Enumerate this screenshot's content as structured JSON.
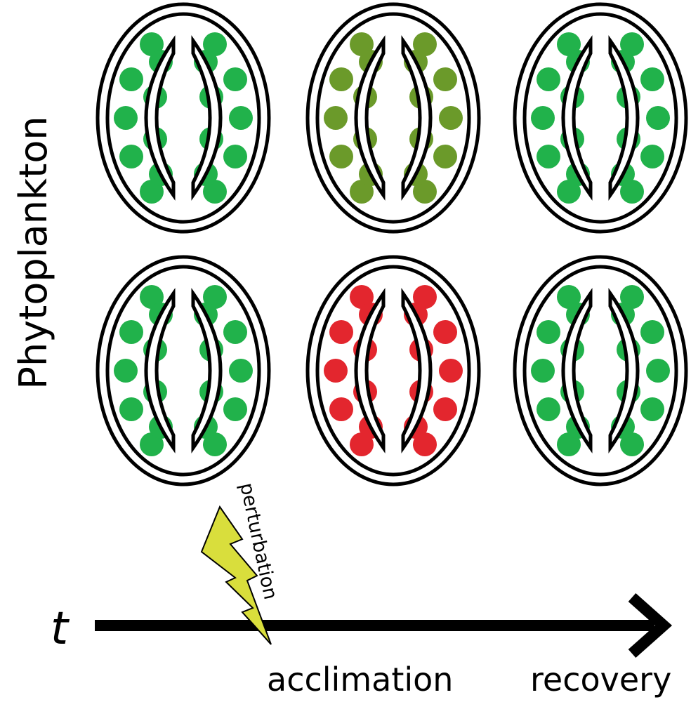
{
  "labels": {
    "y_axis": "Phytoplankton",
    "time": "t",
    "perturbation": "perturbation",
    "acclimation": "acclimation",
    "recovery": "recovery"
  },
  "colors": {
    "healthy": "#21b24b",
    "acclimated": "#6b9a2a",
    "stressed": "#e3262e",
    "bolt_fill": "#d9de3c",
    "outline": "#000000"
  },
  "rows": [
    {
      "name": "top-row",
      "cells": [
        "healthy",
        "acclimated",
        "healthy"
      ]
    },
    {
      "name": "bottom-row",
      "cells": [
        "healthy",
        "stressed",
        "healthy"
      ]
    }
  ]
}
